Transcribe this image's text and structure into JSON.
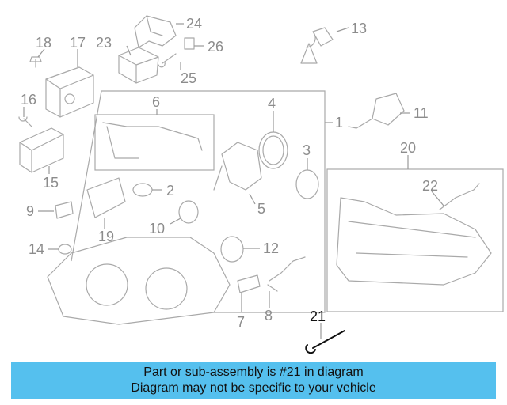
{
  "diagram": {
    "callouts": [
      "1",
      "2",
      "3",
      "4",
      "5",
      "6",
      "7",
      "8",
      "9",
      "10",
      "11",
      "12",
      "13",
      "14",
      "15",
      "16",
      "17",
      "18",
      "19",
      "20",
      "21",
      "22",
      "23",
      "24",
      "25",
      "26"
    ],
    "highlighted_part": "21"
  },
  "banner": {
    "line1": "Part or sub-assembly is #21 in diagram",
    "line2": "Diagram may not be specific to your vehicle"
  },
  "colors": {
    "banner_bg": "#55c0ee",
    "line_gray": "#a9a9a9",
    "highlight": "#111111"
  }
}
